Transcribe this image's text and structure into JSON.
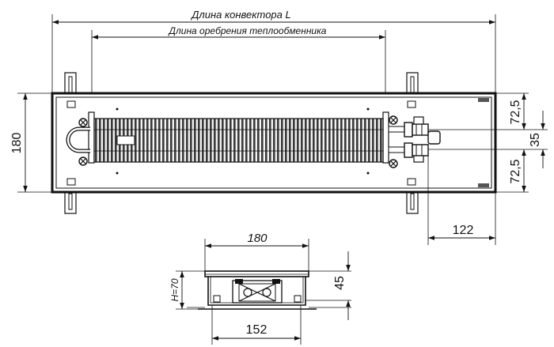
{
  "top_view": {
    "length_label": "Длина конвектора L",
    "fin_length_label": "Длина оребрения теплообменника",
    "height_label": "180",
    "right_top_label": "72,5",
    "right_mid_label": "35",
    "right_bottom_label": "72,5",
    "offset_label": "122"
  },
  "section_view": {
    "width_label": "180",
    "depth_label": "H=70",
    "inner_height_label": "45",
    "base_width_label": "152"
  }
}
